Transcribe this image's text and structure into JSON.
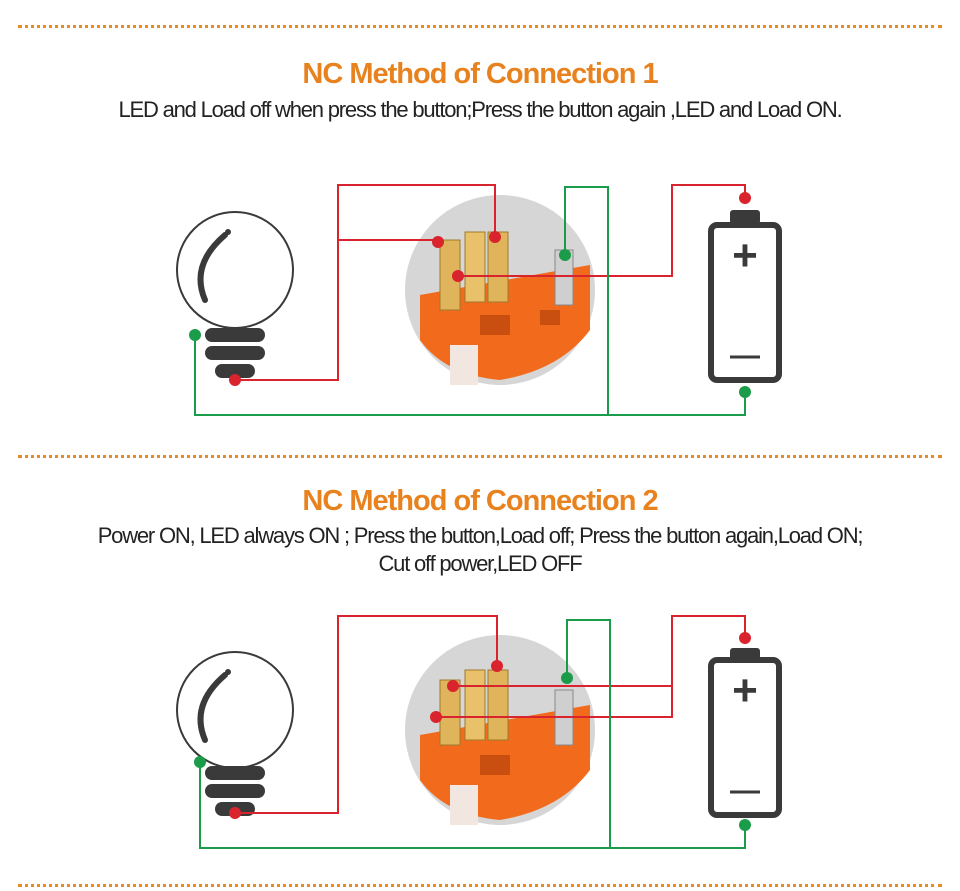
{
  "sections": [
    {
      "title": "NC Method of Connection 1",
      "desc_lines": [
        "LED and Load off when press the button;Press the button again ,LED and Load ON."
      ],
      "battery_plus": "+",
      "battery_minus": "—"
    },
    {
      "title": "NC Method of Connection 2",
      "desc_lines": [
        "Power ON, LED always ON ; Press the button,Load off;  Press the button again,Load ON;",
        "Cut off power,LED OFF"
      ],
      "battery_plus": "+",
      "battery_minus": "—"
    }
  ],
  "colors": {
    "accent": "#e8821e",
    "wire_red": "#d9232d",
    "wire_green": "#1a9c4a",
    "switch_body": "#f26a1b",
    "terminal_gold": "#e0b45a",
    "battery_outline": "#3a3a3a"
  }
}
